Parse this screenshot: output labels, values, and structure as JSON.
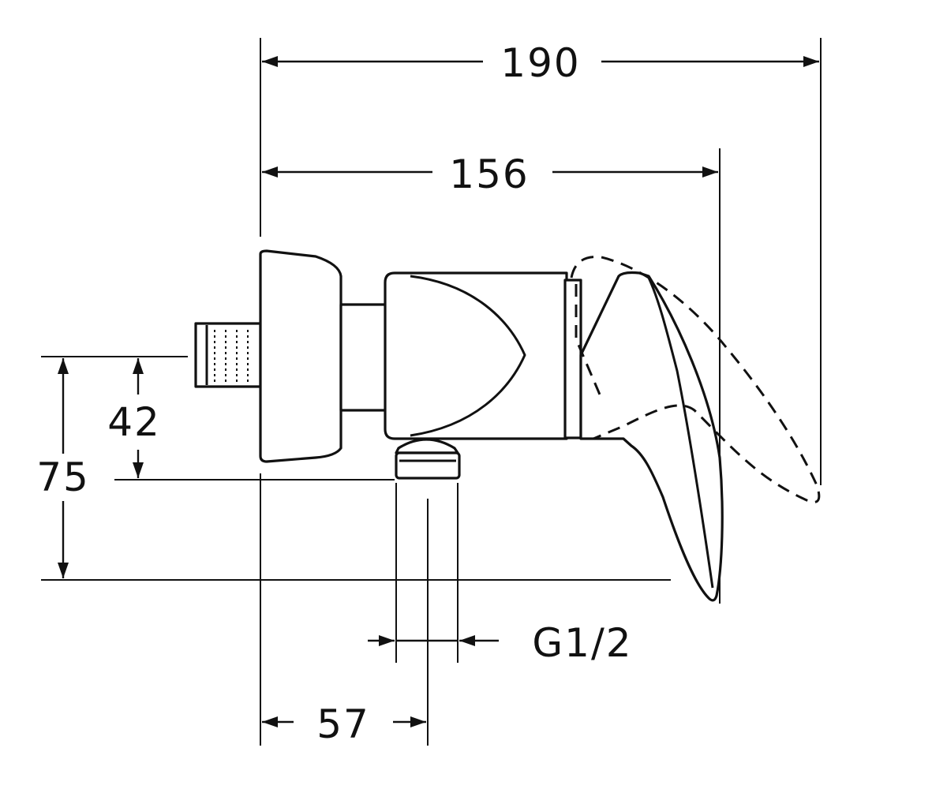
{
  "dimensions": {
    "overall_width": "190",
    "body_width": "156",
    "outlet_height": "42",
    "total_height": "75",
    "outlet_offset": "57",
    "thread": "G1/2"
  },
  "colors": {
    "line": "#111111",
    "background": "#ffffff"
  }
}
